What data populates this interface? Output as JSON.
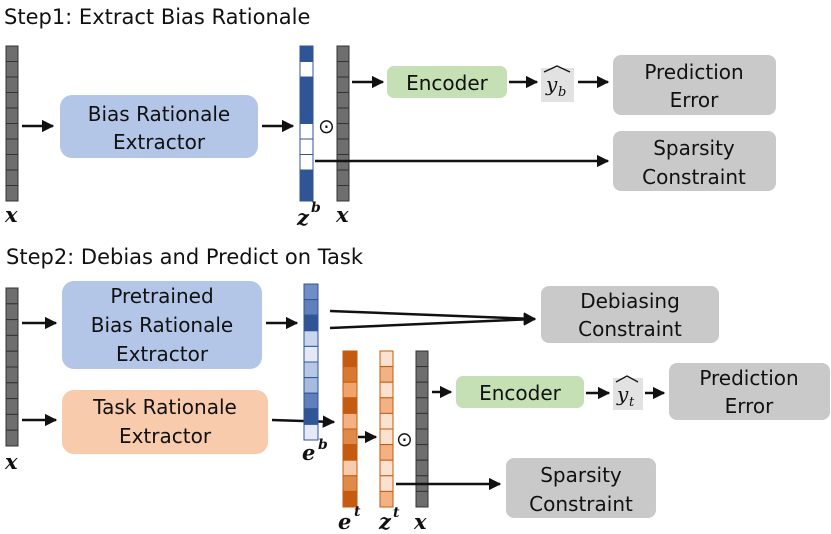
{
  "step1": {
    "title": "Step1: Extract Bias Rationale",
    "extractor_line1": "Bias Rationale",
    "extractor_line2": "Extractor",
    "encoder": "Encoder",
    "prediction_line1": "Prediction",
    "prediction_line2": "Error",
    "sparsity_line1": "Sparsity",
    "sparsity_line2": "Constraint",
    "label_x_in": "x",
    "label_z": "z",
    "label_z_sup": "b",
    "label_x_out": "x",
    "yhat_base": "y",
    "yhat_sub": "b",
    "op": "⊙"
  },
  "step2": {
    "title": "Step2: Debias and Predict on Task",
    "pretrained_line1": "Pretrained",
    "pretrained_line2": "Bias Rationale",
    "pretrained_line3": "Extractor",
    "task_line1": "Task Rationale",
    "task_line2": "Extractor",
    "debias_line1": "Debiasing",
    "debias_line2": "Constraint",
    "encoder": "Encoder",
    "prediction_line1": "Prediction",
    "prediction_line2": "Error",
    "sparsity_line1": "Sparsity",
    "sparsity_line2": "Constraint",
    "label_x_in": "x",
    "label_e": "e",
    "label_e_sup": "b",
    "label_et": "e",
    "label_et_sup": "t",
    "label_zt": "z",
    "label_zt_sup": "t",
    "label_x_out": "x",
    "yhat_base": "y",
    "yhat_sub": "t",
    "op": "⊙"
  },
  "colors": {
    "blue_box": "#b3c6e7",
    "green_box": "#c5e0b4",
    "orange_box": "#f8cbad",
    "gray_box": "#c9c9c9",
    "token_gray": "#6e6e6e",
    "dark_blue": "#2f5597",
    "dark_orange": "#c55a11",
    "light_orange": "#f4b183"
  }
}
